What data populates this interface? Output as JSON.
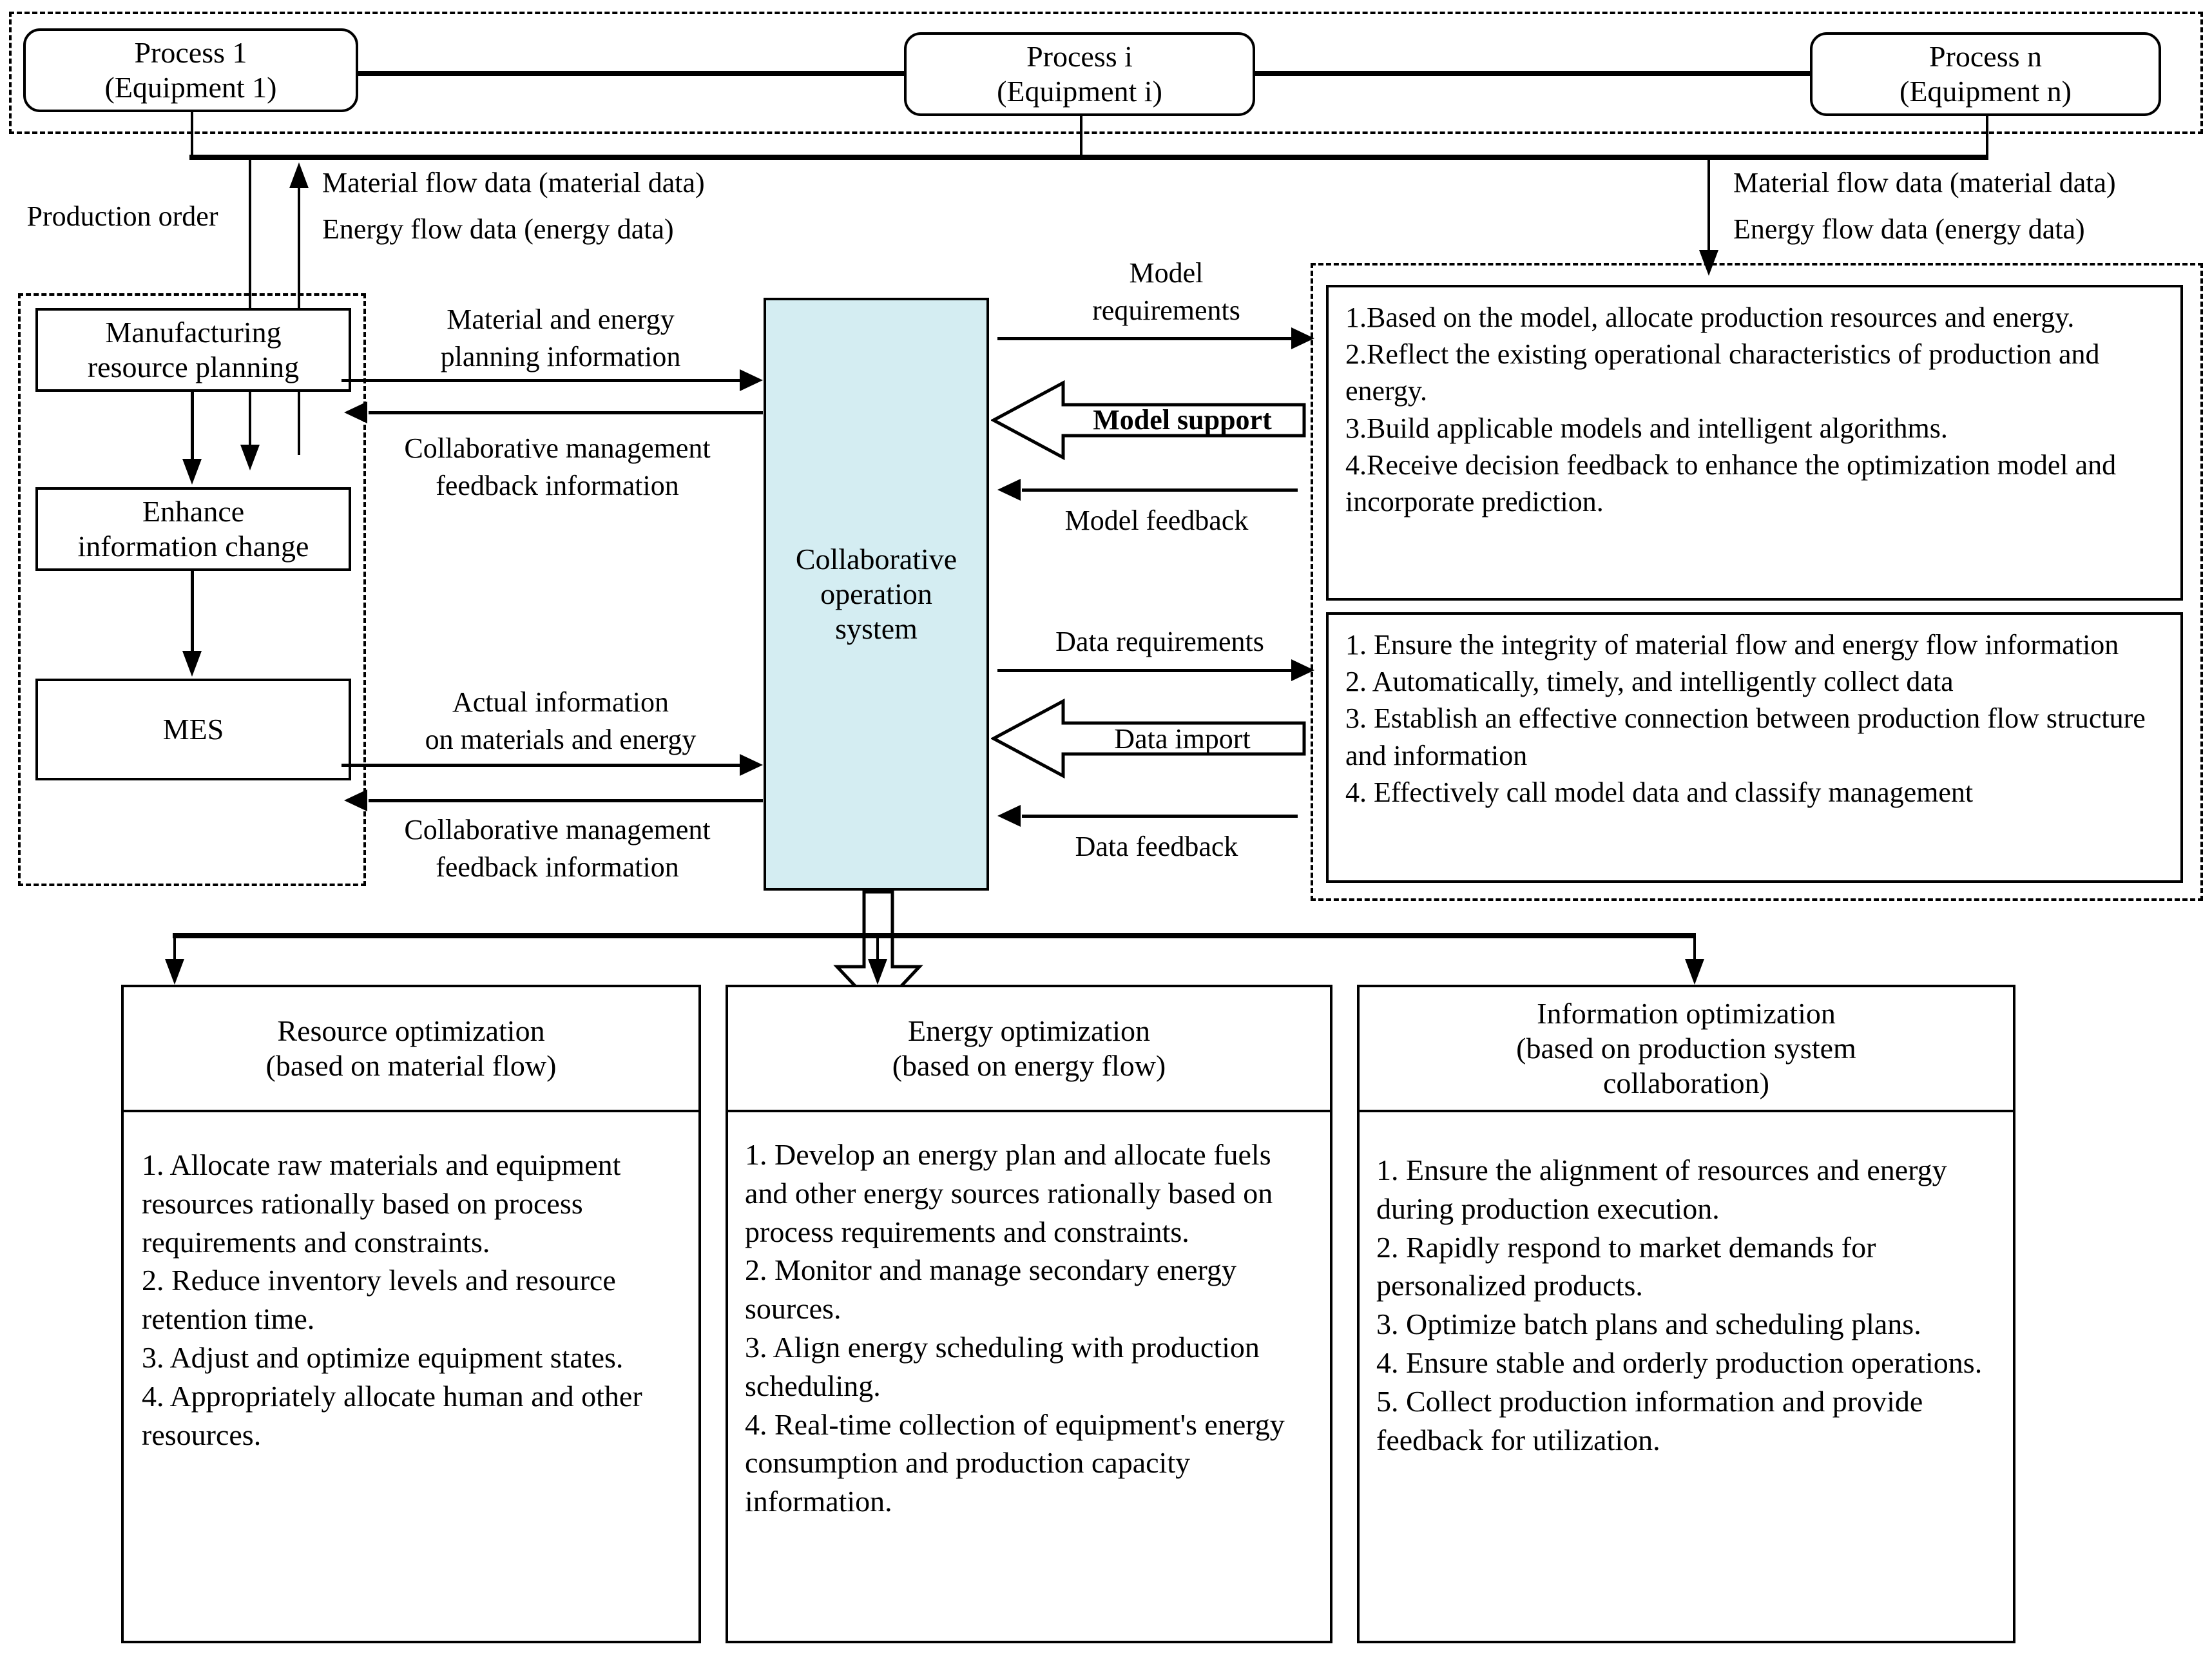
{
  "diagram": {
    "title": "Collaborative operation system architecture",
    "accent_fill": "#d4edf2"
  },
  "process_layer": {
    "nodes": [
      {
        "line1": "Process 1",
        "line2": "(Equipment 1)"
      },
      {
        "line1": "Process i",
        "line2": "(Equipment i)"
      },
      {
        "line1": "Process n",
        "line2": "(Equipment n)"
      }
    ]
  },
  "flow_labels": {
    "production_order": "Production order",
    "material_flow_left_l1": "Material flow data (material data)",
    "material_flow_left_l2": "Energy flow data (energy data)",
    "material_flow_right_l1": "Material flow data (material data)",
    "material_flow_right_l2": "Energy flow data (energy data)",
    "mrp_to_cos_l1": "Material and energy",
    "mrp_to_cos_l2": "planning information",
    "cos_to_mrp_l1": "Collaborative management",
    "cos_to_mrp_l2": "feedback information",
    "mes_to_cos_l1": "Actual information",
    "mes_to_cos_l2": "on materials and energy",
    "cos_to_mes_l1": "Collaborative management",
    "cos_to_mes_l2": "feedback information",
    "model_requirements_l1": "Model",
    "model_requirements_l2": "requirements",
    "model_support": "Model support",
    "model_feedback": "Model feedback",
    "data_requirements": "Data requirements",
    "data_import": "Data import",
    "data_feedback": "Data feedback"
  },
  "planning_layer": {
    "nodes": [
      {
        "line1": "Manufacturing",
        "line2": "resource planning"
      },
      {
        "line1": "Enhance",
        "line2": "information change"
      },
      {
        "line1": "MES",
        "line2": ""
      }
    ]
  },
  "center": {
    "line1": "Collaborative",
    "line2": "operation",
    "line3": "system"
  },
  "model_panel": {
    "items": [
      "1.Based on the model, allocate production resources and energy.",
      "2.Reflect the existing operational characteristics of production and energy.",
      "3.Build applicable models and intelligent algorithms.",
      "4.Receive decision feedback to enhance the optimization model and incorporate prediction."
    ]
  },
  "data_panel": {
    "items": [
      "1. Ensure the integrity of material flow and energy flow information",
      "2. Automatically, timely, and intelligently collect data",
      "3. Establish an effective connection between production flow structure and information",
      "4. Effectively call model data and classify management"
    ]
  },
  "optimization_panels": [
    {
      "title_l1": "Resource optimization",
      "title_l2": "(based on material flow)",
      "title_l3": "",
      "items": [
        "1. Allocate raw materials and equipment resources rationally based on process requirements and constraints.",
        "2. Reduce inventory levels and resource retention time.",
        "3. Adjust and optimize equipment states.",
        "4. Appropriately allocate human and other resources."
      ]
    },
    {
      "title_l1": "Energy optimization",
      "title_l2": "(based on energy flow)",
      "title_l3": "",
      "items": [
        "1. Develop an energy plan and allocate fuels and other energy sources rationally based on process requirements and constraints.",
        "2. Monitor and manage secondary energy sources.",
        "3. Align energy scheduling with production scheduling.",
        "4. Real-time collection of equipment's energy consumption and production capacity information."
      ]
    },
    {
      "title_l1": "Information optimization",
      "title_l2": "(based on production system",
      "title_l3": "collaboration)",
      "items": [
        "1. Ensure the alignment of resources and energy during production execution.",
        "2. Rapidly respond to market demands for personalized products.",
        "3. Optimize batch plans and scheduling plans.",
        "4. Ensure stable and orderly production operations.",
        "5. Collect production information and provide feedback for utilization."
      ]
    }
  ]
}
